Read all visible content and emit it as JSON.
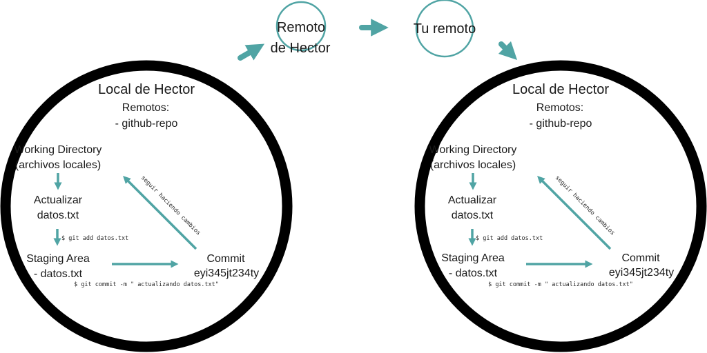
{
  "colors": {
    "accent": "#50a4a4",
    "circle_outline": "#000000",
    "text": "#1a1a1a",
    "background": "#ffffff"
  },
  "remotes": {
    "hector_remote": {
      "line1": "Remoto",
      "line2": "de Hector"
    },
    "your_remote": {
      "label": "Tu remoto"
    }
  },
  "locals": [
    {
      "title": "Local de Hector",
      "remotes_label": "Remotos:",
      "remotes_item": "- github-repo",
      "working_dir": {
        "line1": "Working Directory",
        "line2": "(archivos locales)"
      },
      "update": {
        "line1": "Actualizar",
        "line2": "datos.txt"
      },
      "add_command": "$ git add datos.txt",
      "staging": {
        "line1": "Staging Area",
        "line2": "- datos.txt"
      },
      "commit": {
        "line1": "Commit",
        "line2": "eyi345jt234ty"
      },
      "commit_command": "$ git commit -m \" actualizando datos.txt\"",
      "loop_label": "seguir haciendo cambios"
    },
    {
      "title": "Local de Hector",
      "remotes_label": "Remotos:",
      "remotes_item": "- github-repo",
      "working_dir": {
        "line1": "Working Directory",
        "line2": "(archivos locales)"
      },
      "update": {
        "line1": "Actualizar",
        "line2": "datos.txt"
      },
      "add_command": "$ git add datos.txt",
      "staging": {
        "line1": "Staging Area",
        "line2": "- datos.txt"
      },
      "commit": {
        "line1": "Commit",
        "line2": "eyi345jt234ty"
      },
      "commit_command": "$ git commit -m \" actualizando datos.txt\"",
      "loop_label": "seguir haciendo cambios"
    }
  ]
}
